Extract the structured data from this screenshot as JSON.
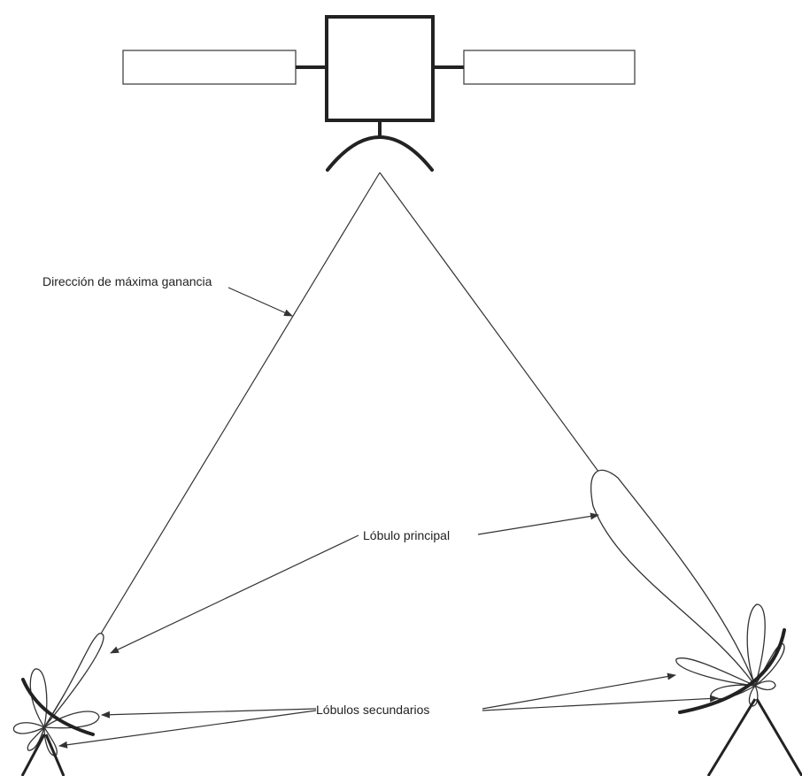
{
  "labels": {
    "max_gain": "Dirección de máxima ganancia",
    "main_lobe": "Lóbulo principal",
    "side_lobes": "Lóbulos secundarios"
  },
  "colors": {
    "stroke": "#333333",
    "background": "#ffffff"
  }
}
